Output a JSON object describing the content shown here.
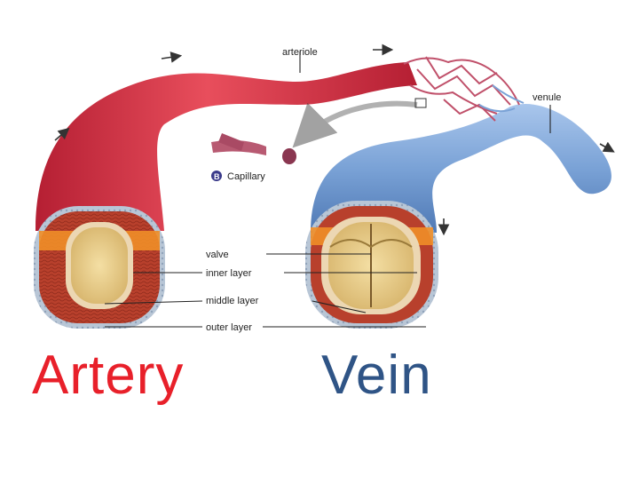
{
  "diagram": {
    "labels": {
      "arteriole": "arteriole",
      "venule": "venule",
      "capillary_badge": "B",
      "capillary": "Capillary",
      "valve": "valve",
      "inner_layer": "inner layer",
      "middle_layer": "middle layer",
      "outer_layer": "outer layer"
    },
    "titles": {
      "artery": "Artery",
      "vein": "Vein"
    },
    "colors": {
      "artery": "#d8313d",
      "vein": "#7fa6d8",
      "artery_text": "#e8202a",
      "vein_text": "#2f5486",
      "capillary": "#b85a72"
    }
  }
}
